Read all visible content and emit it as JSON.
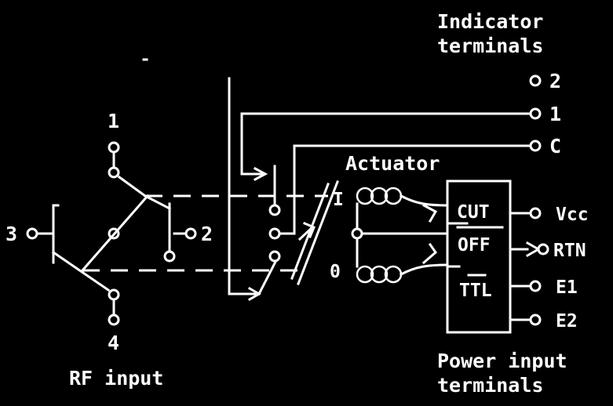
{
  "labels": {
    "indicator_line1": "Indicator",
    "indicator_line2": "terminals",
    "ind_2": "2",
    "ind_1": "1",
    "ind_c": "C",
    "actuator": "Actuator",
    "rf_1": "1",
    "rf_2": "2",
    "rf_3": "3",
    "rf_4": "4",
    "rf_input": "RF input",
    "pos_upper": "I",
    "pos_lower": "0",
    "cut": "CUT",
    "off": "OFF",
    "ttl": "TTL",
    "vcc": "Vcc",
    "rtn": "RTN",
    "e1": "E1",
    "e2": "E2",
    "power_line1": "Power input",
    "power_line2": "terminals"
  }
}
